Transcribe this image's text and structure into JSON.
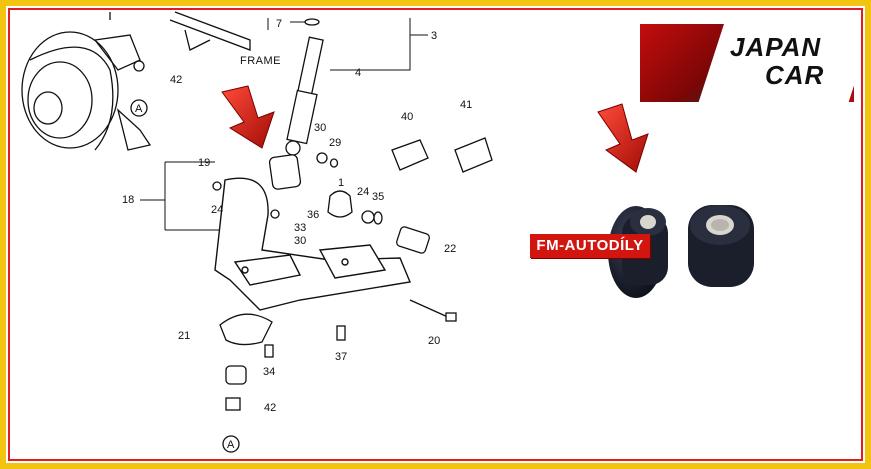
{
  "diagram": {
    "part_labels": [
      "1",
      "3",
      "4",
      "7",
      "18",
      "19",
      "20",
      "21",
      "22",
      "24",
      "24",
      "29",
      "30",
      "30",
      "33",
      "34",
      "35",
      "36",
      "37",
      "40",
      "41",
      "42",
      "42"
    ],
    "frame_label": "FRAME",
    "circle_marker": "A"
  },
  "brand": {
    "logo_line1": "JAPAN",
    "logo_line2": "CAR",
    "badge_text": "FM-AUTODÍLY"
  },
  "colors": {
    "border_outer": "#f2c40f",
    "border_inner": "#e11d1d",
    "arrow_red": "#d61a10",
    "bushing_dark": "#1b1e2b",
    "badge_red": "#d2150f"
  },
  "icons": [
    "red-arrow-icon",
    "red-arrow-icon"
  ]
}
